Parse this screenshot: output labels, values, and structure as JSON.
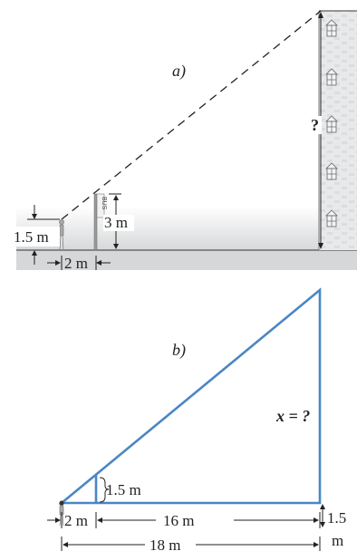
{
  "panel_a": {
    "label": "a)",
    "observer_height": "1.5 m",
    "distance": "2 m",
    "sign_height": "3 m",
    "sign_text": "BUS",
    "building_height": "?"
  },
  "panel_b": {
    "label": "b)",
    "unknown": "x = ?",
    "small_height": "1.5 m",
    "small_base": "2 m",
    "gap": "16 m",
    "total": "18 m",
    "offset_value": "1.5",
    "offset_unit": "m"
  },
  "colors": {
    "triangle": "#4a86c5",
    "ground": "#d8dadb",
    "building": "#e6e7e8",
    "dim": "#222222"
  }
}
